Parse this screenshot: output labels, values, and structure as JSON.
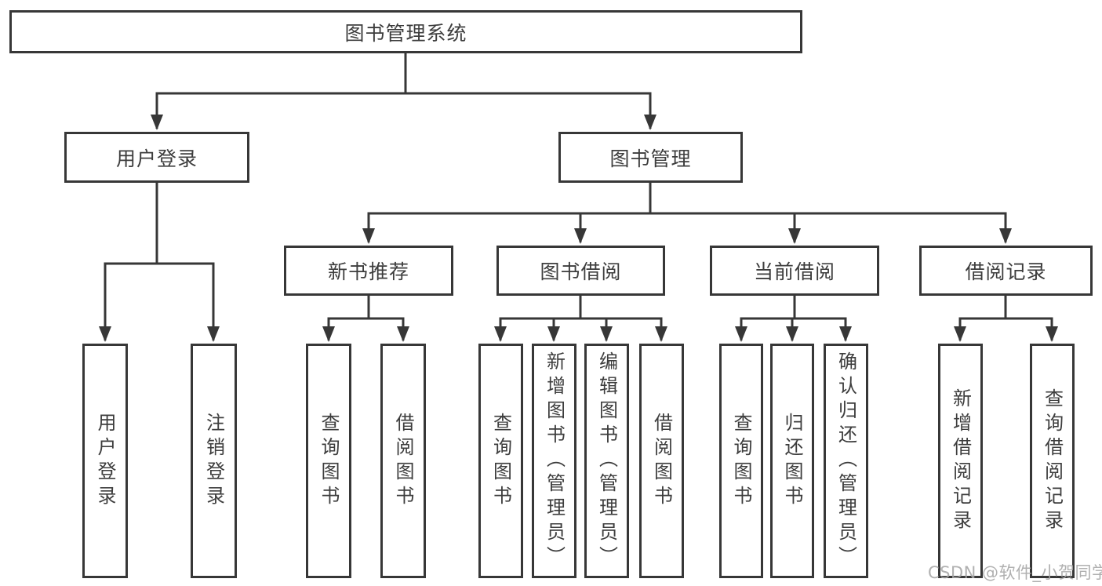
{
  "tree": {
    "label": "图书管理系统",
    "children": [
      {
        "label": "用户登录",
        "children": [
          {
            "label": "用户登录"
          },
          {
            "label": "注销登录"
          }
        ]
      },
      {
        "label": "图书管理",
        "children": [
          {
            "label": "新书推荐",
            "children": [
              {
                "label": "查询图书"
              },
              {
                "label": "借阅图书"
              }
            ]
          },
          {
            "label": "图书借阅",
            "children": [
              {
                "label": "查询图书"
              },
              {
                "label": "新增图书（管理员）"
              },
              {
                "label": "编辑图书（管理员）"
              },
              {
                "label": "借阅图书"
              }
            ]
          },
          {
            "label": "当前借阅",
            "children": [
              {
                "label": "查询图书"
              },
              {
                "label": "归还图书"
              },
              {
                "label": "确认归还（管理员）"
              }
            ]
          },
          {
            "label": "借阅记录",
            "children": [
              {
                "label": "新增借阅记录"
              },
              {
                "label": "查询借阅记录"
              }
            ]
          }
        ]
      }
    ]
  },
  "watermark": {
    "text": "CSDN @软件_小贺同学"
  },
  "colors": {
    "line": "#373737",
    "box_border": "#373737",
    "text": "#3d3d3d",
    "background": "#ffffff",
    "watermark": "#a5a5a5"
  }
}
